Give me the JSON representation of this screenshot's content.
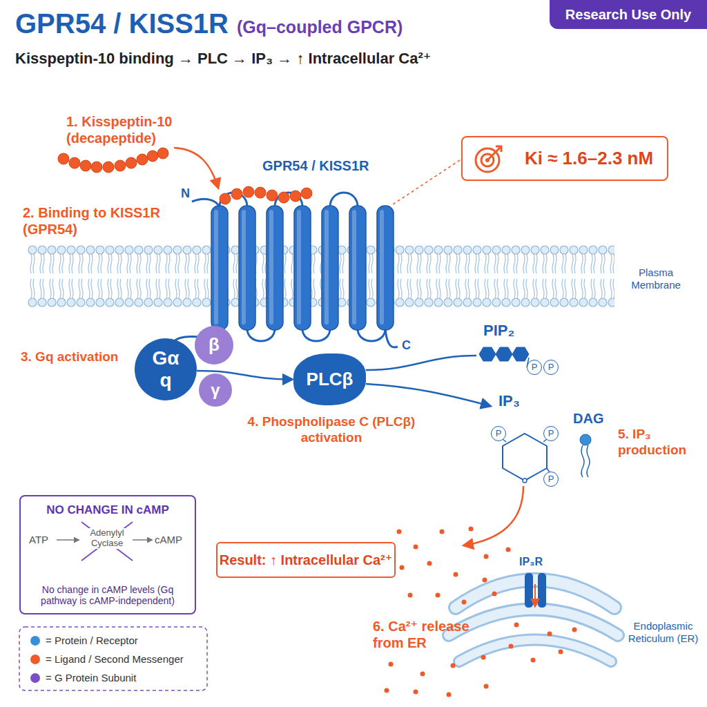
{
  "diagram": {
    "title": "GPR54 / KISS1R",
    "nodes": [
      {
        "text": [
          "Research Use Only"
        ]
      },
      {
        "text": [
          "Ki ≈ 1.6–2.3 nM"
        ]
      },
      {
        "text": [
          "Gα q"
        ]
      },
      {
        "text": [
          "β"
        ]
      },
      {
        "text": [
          "γ"
        ]
      },
      {
        "text": [
          "PLCβ"
        ]
      },
      {
        "text": [
          "Result: ↑ Intracellular Ca²⁺"
        ]
      },
      {
        "text": [
          "NO CHANGE IN cAMP",
          "No change in cAMP levels (Gq pathway is cAMP-independent)"
        ]
      },
      {
        "text": [
          "P"
        ]
      },
      {
        "text": [
          "P"
        ]
      },
      {
        "text": [
          "P"
        ]
      },
      {
        "text": [
          "P"
        ]
      },
      {
        "text": [
          "P"
        ]
      }
    ],
    "edges": [
      {
        "from": 2,
        "to": 5,
        "arrow": "to"
      }
    ],
    "labels": [
      "(Gq–coupled GPCR)",
      "Kisspeptin-10 binding → PLC → IP₃ → ↑ Intracellular Ca²⁺",
      "1. Kisspeptin-10 (decapeptide)",
      "GPR54 / KISS1R",
      "2. Binding to KISS1R (GPR54)",
      "N",
      "C",
      "Plasma Membrane",
      "3. Gq activation",
      "4. Phospholipase C (PLCβ) activation",
      "PIP₂",
      "IP₃",
      "DAG",
      "5. IP₃ production",
      "IP₃R",
      "6. Ca²⁺ release from ER",
      "Endoplasmic Reticulum (ER)",
      "ATP",
      "Adenylyl Cyclase",
      "cAMP"
    ],
    "legend": [
      {
        "text": "= Protein / Receptor",
        "color": "#3b8fd6"
      },
      {
        "text": "= Ligand / Second Messenger",
        "color": "#f05a28"
      },
      {
        "text": "= G Protein Subunit",
        "color": "#7b4fc4"
      }
    ]
  }
}
